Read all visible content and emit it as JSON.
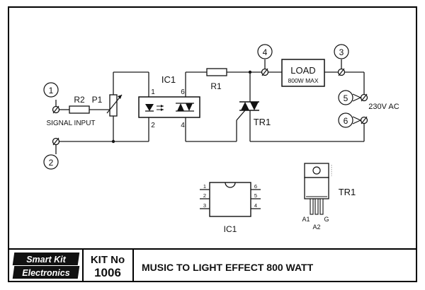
{
  "schematic": {
    "terminals": [
      "1",
      "2",
      "3",
      "4",
      "5",
      "6"
    ],
    "components": {
      "r2": "R2",
      "p1": "P1",
      "ic1": "IC1",
      "r1": "R1",
      "tr1": "TR1",
      "load_title": "LOAD",
      "load_rating": "800W MAX"
    },
    "ic_pins": {
      "p1": "1",
      "p2": "2",
      "p4": "4",
      "p6": "6"
    },
    "signal_input": "SIGNAL INPUT",
    "mains_label": "230V AC"
  },
  "packages": {
    "ic1_label": "IC1",
    "ic1_pins": {
      "p1": "1",
      "p2": "2",
      "p3": "3",
      "p4": "4",
      "p5": "5",
      "p6": "6"
    },
    "tr1_label": "TR1",
    "tr1_pins": {
      "a1": "A1",
      "a2": "A2",
      "g": "G"
    }
  },
  "title_block": {
    "brand_line1": "Smart Kit",
    "brand_line2": "Electronics",
    "kit_label": "KIT No",
    "kit_number": "1006",
    "title": "MUSIC TO LIGHT EFFECT 800 WATT"
  }
}
